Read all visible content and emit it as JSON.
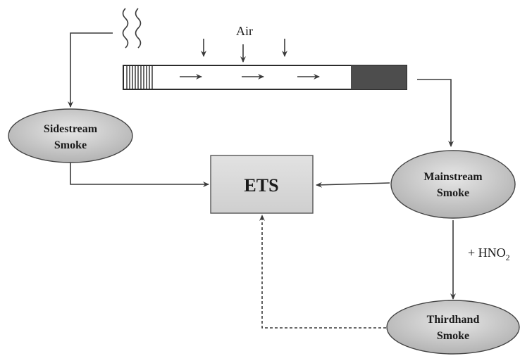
{
  "labels": {
    "air": "Air",
    "sidestream_line1": "Sidestream",
    "sidestream_line2": "Smoke",
    "ets": "ETS",
    "mainstream_line1": "Mainstream",
    "mainstream_line2": "Smoke",
    "thirdhand_line1": "Thirdhand",
    "thirdhand_line2": "Smoke",
    "reagent_prefix": "+ HNO",
    "reagent_subscript": "2"
  },
  "colors": {
    "ellipse_fill_light": "#e6e6e6",
    "ellipse_fill_dark": "#b3b3b3",
    "ets_box_fill": "#d9d9d9",
    "filter_fill": "#4d4d4d",
    "line": "#3a3a3a"
  },
  "icons": [
    "smoke-wave-icon",
    "cigarette-icon",
    "arrow-icon"
  ]
}
